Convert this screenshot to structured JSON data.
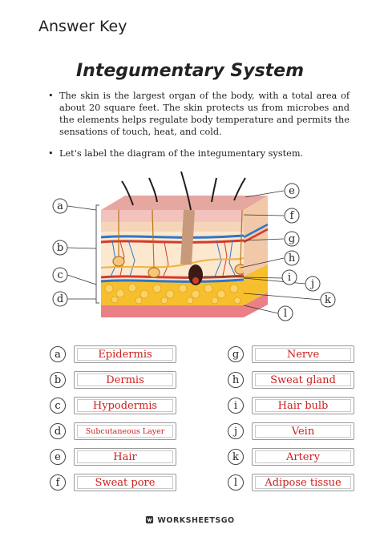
{
  "header": "Answer Key",
  "title": "Integumentary System",
  "bullets": [
    "The skin is the largest organ of the body, with a total area of about 20 square feet. The skin protects us from microbes and the elements helps regulate body temperature and permits the sensations of touch, heat, and cold.",
    "Let's label the diagram of the integumentary system."
  ],
  "bullet_symbol": "•",
  "diagram_letters": [
    "a",
    "b",
    "c",
    "d",
    "e",
    "f",
    "g",
    "h",
    "i",
    "j",
    "k",
    "l"
  ],
  "answers_left": [
    {
      "letter": "a",
      "answer": "Epidermis"
    },
    {
      "letter": "b",
      "answer": "Dermis"
    },
    {
      "letter": "c",
      "answer": "Hypodermis"
    },
    {
      "letter": "d",
      "answer": "Subcutaneous Layer"
    },
    {
      "letter": "e",
      "answer": "Hair"
    },
    {
      "letter": "f",
      "answer": "Sweat pore"
    }
  ],
  "answers_right": [
    {
      "letter": "g",
      "answer": "Nerve"
    },
    {
      "letter": "h",
      "answer": "Sweat gland"
    },
    {
      "letter": "i",
      "answer": "Hair bulb"
    },
    {
      "letter": "j",
      "answer": "Vein"
    },
    {
      "letter": "k",
      "answer": "Artery"
    },
    {
      "letter": "l",
      "answer": "Adipose tissue"
    }
  ],
  "footer": "WORKSHEETSGO",
  "colors": {
    "answer_text": "#cc1f1f",
    "epidermis": "#f2c2bd",
    "dermis": "#fbe8cf",
    "fat": "#f6bf2e",
    "vein": "#2f76c8",
    "artery": "#d63a2a"
  }
}
